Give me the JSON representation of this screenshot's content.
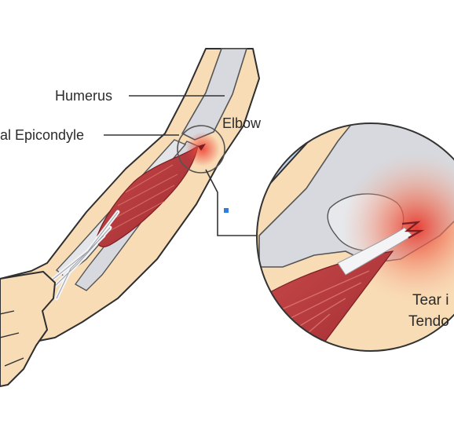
{
  "labels": {
    "humerus": "Humerus",
    "epicondyle": "al Epicondyle",
    "elbow": "Elbow",
    "tear_line1": "Tear i",
    "tear_line2": "Tendo"
  },
  "colors": {
    "skin": "#f8dcb6",
    "skin_outline": "#2f2f2f",
    "bone": "#d7d9de",
    "muscle": "#b8353a",
    "tendon": "#f4f4f6",
    "inflammation": "#ef4a3a",
    "zoom_background": "#c9d8ea",
    "marker": "#2f7de1"
  }
}
